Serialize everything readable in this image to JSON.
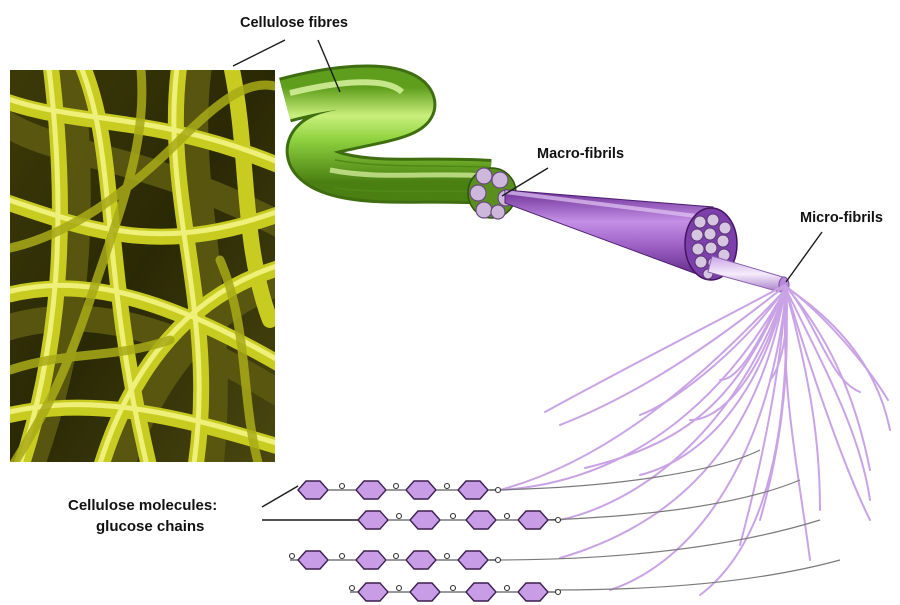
{
  "labels": {
    "cellulose_fibres": "Cellulose fibres",
    "macro_fibrils": "Macro-fibrils",
    "micro_fibrils": "Micro-fibrils",
    "molecules_line1": "Cellulose molecules:",
    "molecules_line2": "glucose chains"
  },
  "colors": {
    "photo_yellow": "#d9dc2a",
    "fibre_green": "#8fd23f",
    "fibril_purple": "#a164c9",
    "glucose_purple": "#c99ce6",
    "strand_lilac": "#c9a3e6"
  }
}
